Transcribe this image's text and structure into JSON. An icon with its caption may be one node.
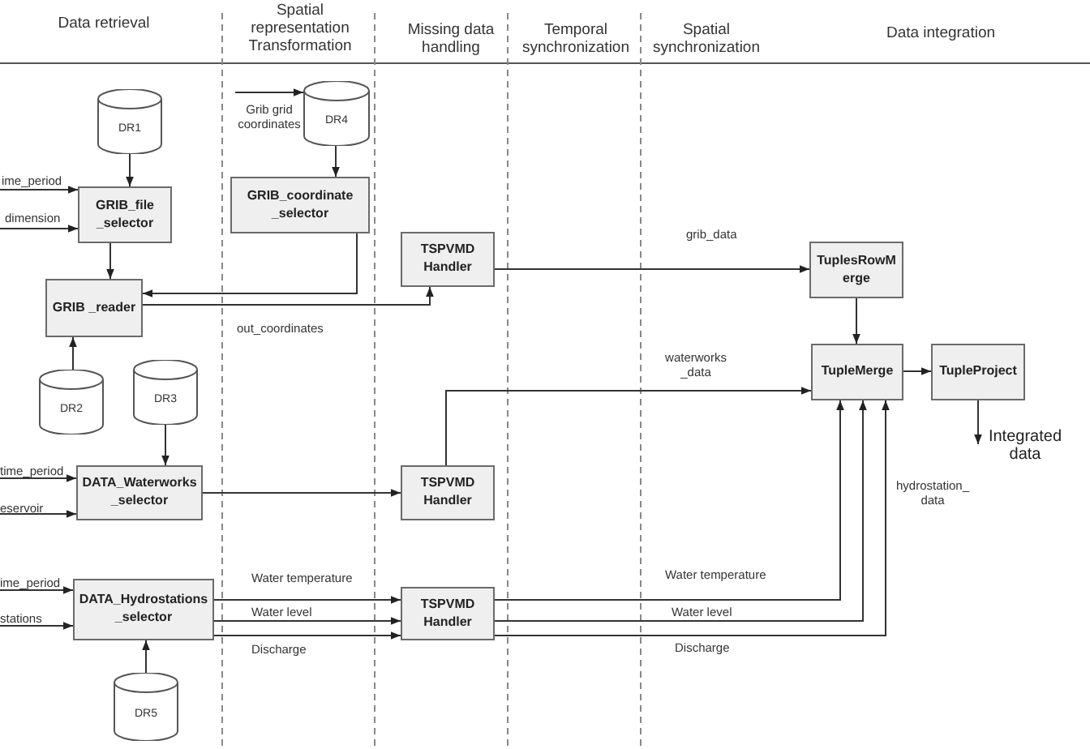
{
  "diagram": {
    "nodes": [
      {
        "text": [
          "DR1"
        ]
      },
      {
        "text": [
          "GRIB_file _selector"
        ]
      },
      {
        "text": [
          "GRIB _reader"
        ]
      },
      {
        "text": [
          "DR2"
        ]
      },
      {
        "text": [
          "DR4"
        ]
      },
      {
        "text": [
          "GRIB_coordinate _selector"
        ]
      },
      {
        "text": [
          "TSPVMD Handler"
        ]
      },
      {
        "text": [
          "DR3"
        ]
      },
      {
        "text": [
          "DATA_Waterworks _selector"
        ]
      },
      {
        "text": [
          "TSPVMD Handler"
        ]
      },
      {
        "text": [
          "DATA_Hydrostations _selector"
        ]
      },
      {
        "text": [
          "DR5"
        ]
      },
      {
        "text": [
          "TSPVMD Handler"
        ]
      },
      {
        "text": [
          "TuplesRowM erge"
        ]
      },
      {
        "text": [
          "TupleMerge"
        ]
      },
      {
        "text": [
          "TupleProject"
        ]
      },
      {
        "text": [
          "Integrated data"
        ]
      }
    ],
    "edges": [
      {
        "from": 0,
        "to": 1,
        "arrow": "to"
      },
      {
        "from": null,
        "to": 1,
        "arrow": "to",
        "label": "ime_period"
      },
      {
        "from": null,
        "to": 1,
        "arrow": "to",
        "label": "dimension"
      },
      {
        "from": 1,
        "to": 2,
        "arrow": "to"
      },
      {
        "from": 3,
        "to": 2,
        "arrow": "to"
      },
      {
        "from": null,
        "to": 4,
        "arrow": "to",
        "label": "Grib grid coordinates"
      },
      {
        "from": 4,
        "to": 5,
        "arrow": "to"
      },
      {
        "from": 5,
        "to": 2,
        "arrow": "to"
      },
      {
        "from": 2,
        "to": 6,
        "arrow": "to",
        "label": "out_coordinates"
      },
      {
        "from": 6,
        "to": 13,
        "arrow": "to",
        "label": "grib_data"
      },
      {
        "from": 13,
        "to": 14,
        "arrow": "to"
      },
      {
        "from": 14,
        "to": 15,
        "arrow": "to"
      },
      {
        "from": 15,
        "to": 16,
        "arrow": "to"
      },
      {
        "from": 7,
        "to": 8,
        "arrow": "to"
      },
      {
        "from": null,
        "to": 8,
        "arrow": "to",
        "label": "time_period"
      },
      {
        "from": null,
        "to": 8,
        "arrow": "to",
        "label": "eservoir"
      },
      {
        "from": 8,
        "to": 9,
        "arrow": "to"
      },
      {
        "from": 9,
        "to": 14,
        "arrow": "to",
        "label": "waterworks _data"
      },
      {
        "from": 11,
        "to": 10,
        "arrow": "to"
      },
      {
        "from": null,
        "to": 10,
        "arrow": "to",
        "label": "ime_period"
      },
      {
        "from": null,
        "to": 10,
        "arrow": "to",
        "label": "stations"
      },
      {
        "from": 10,
        "to": 12,
        "arrow": "to",
        "label": "Water temperature"
      },
      {
        "from": 10,
        "to": 12,
        "arrow": "to",
        "label": "Water level"
      },
      {
        "from": 10,
        "to": 12,
        "arrow": "to",
        "label": "Discharge"
      },
      {
        "from": 12,
        "to": 14,
        "arrow": "to",
        "label": "Water temperature"
      },
      {
        "from": 12,
        "to": 14,
        "arrow": "to",
        "label": "Water level"
      },
      {
        "from": 12,
        "to": 14,
        "arrow": "to",
        "label": "Discharge"
      }
    ],
    "labels": [
      "Data retrieval",
      "Spatial representation Transformation",
      "Missing data handling",
      "Temporal synchronization",
      "Spatial synchronization",
      "Data integration",
      "hydrostation_ data"
    ]
  }
}
